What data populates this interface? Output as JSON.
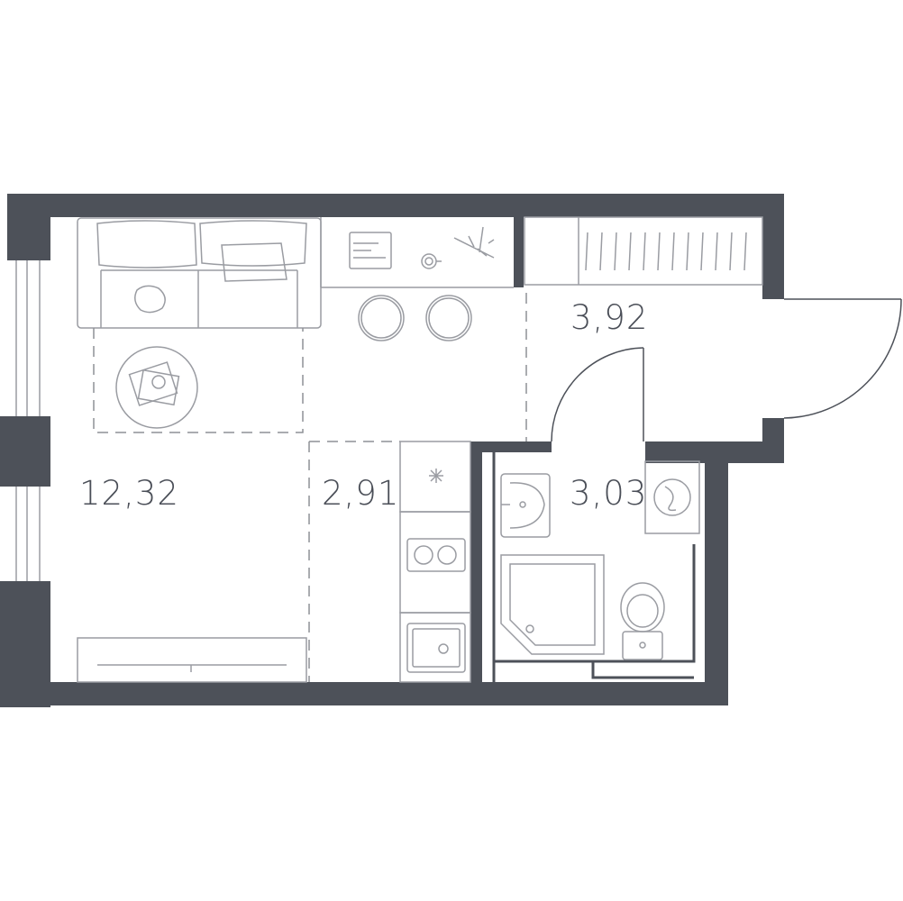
{
  "colors": {
    "wall": "#4d5159",
    "furniture_line": "#9a9ca2",
    "dash_line": "#8e9096",
    "label_text": "#4a4e57",
    "background": "#ffffff"
  },
  "rooms": [
    {
      "id": "living",
      "area": "12,32"
    },
    {
      "id": "kitchen",
      "area": "2,91"
    },
    {
      "id": "hall",
      "area": "3,92"
    },
    {
      "id": "bathroom",
      "area": "3,03"
    }
  ],
  "icons": [
    "sofa-icon",
    "coffee-table-icon",
    "desk-icon",
    "laptop-icon",
    "plant-icon",
    "cup-icon",
    "stool-icon",
    "wardrobe-icon",
    "fridge-icon",
    "cooktop-icon",
    "kitchen-sink-icon",
    "washbasin-icon",
    "shower-tray-icon",
    "washing-machine-icon",
    "toilet-icon",
    "tv-stand-icon",
    "entry-door-icon",
    "bathroom-door-icon",
    "window-icon"
  ]
}
